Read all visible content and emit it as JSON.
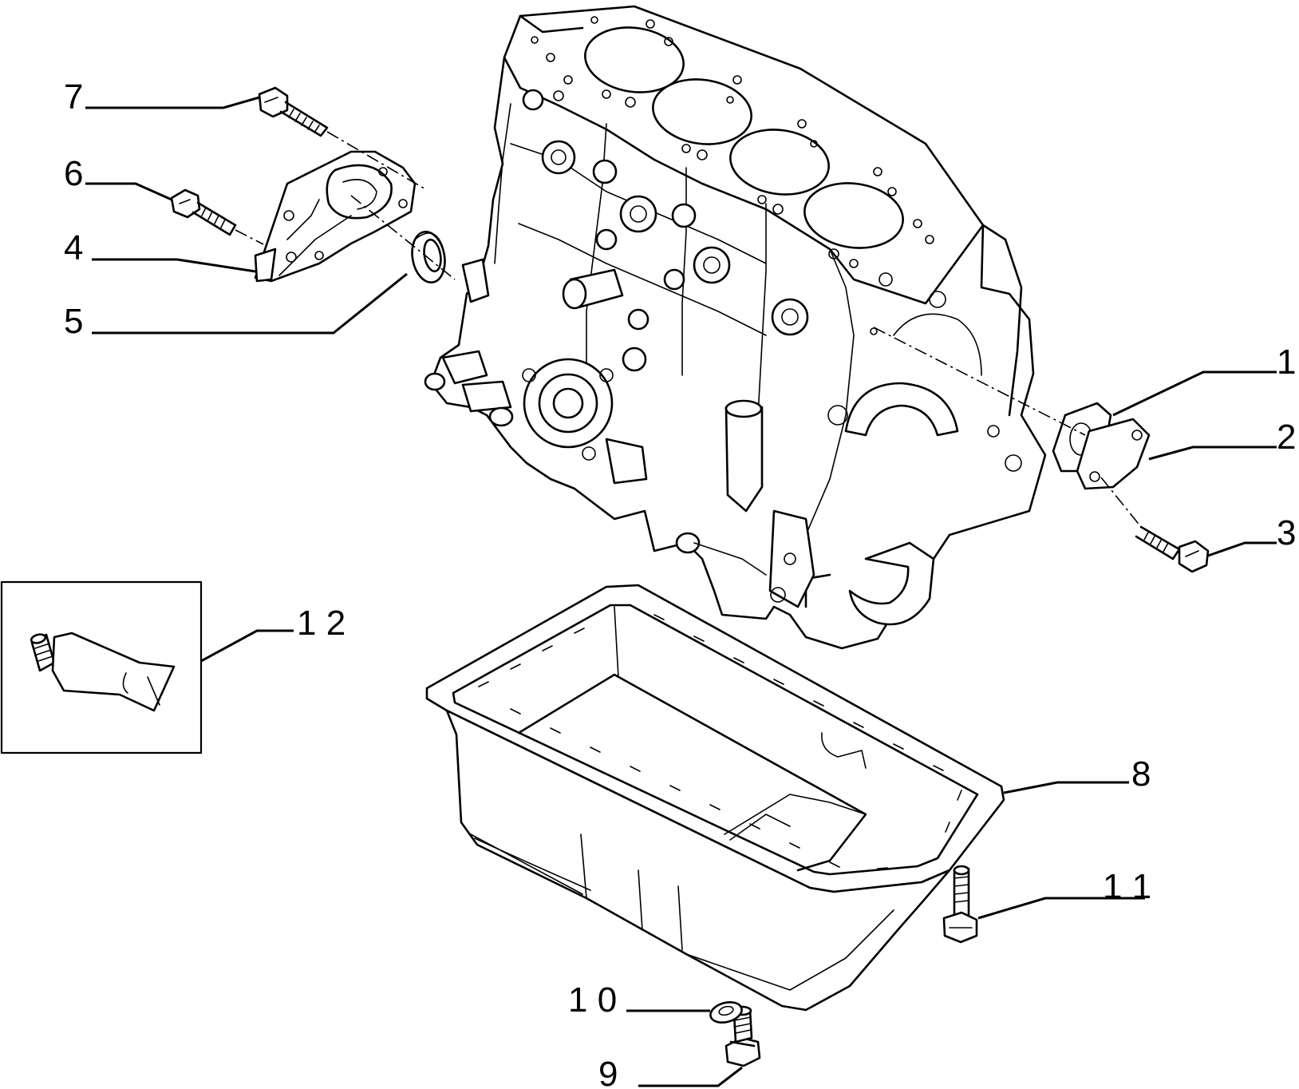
{
  "callouts": [
    {
      "id": "callout-1",
      "label": "1"
    },
    {
      "id": "callout-2",
      "label": "2"
    },
    {
      "id": "callout-3",
      "label": "3"
    },
    {
      "id": "callout-4",
      "label": "4"
    },
    {
      "id": "callout-5",
      "label": "5"
    },
    {
      "id": "callout-6",
      "label": "6"
    },
    {
      "id": "callout-7",
      "label": "7"
    },
    {
      "id": "callout-8",
      "label": "8"
    },
    {
      "id": "callout-9",
      "label": "9"
    },
    {
      "id": "callout-10",
      "label": "1 0"
    },
    {
      "id": "callout-11",
      "label": "1 1"
    },
    {
      "id": "callout-12",
      "label": "1 2"
    }
  ],
  "colors": {
    "line": "#000000",
    "background": "#ffffff"
  }
}
